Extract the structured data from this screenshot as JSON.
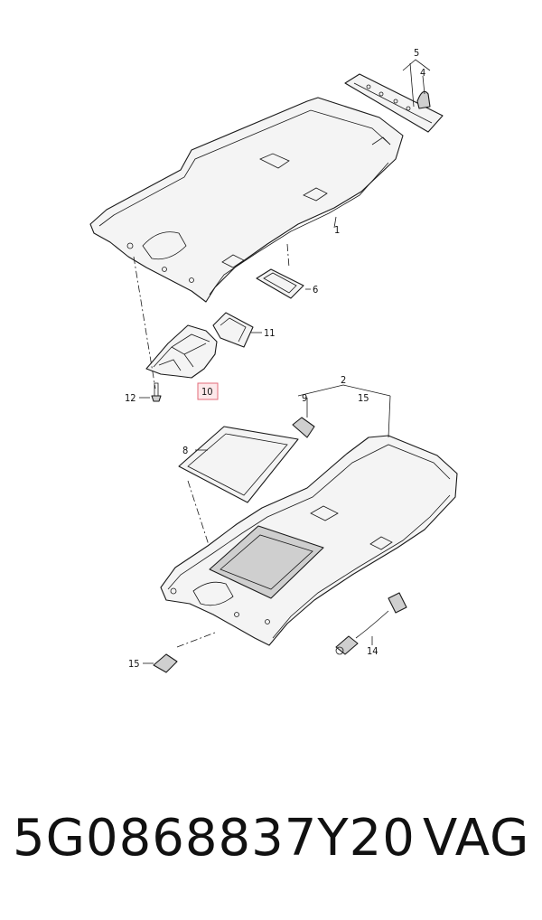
{
  "callouts": {
    "c1": "1",
    "c2": "2",
    "c4": "4",
    "c5": "5",
    "c6": "6",
    "c8": "8",
    "c9": "9",
    "c10": "10",
    "c11": "11",
    "c12": "12",
    "c14": "14",
    "c15a": "15",
    "c15b": "15"
  },
  "caption": {
    "part_number": "5G0868837Y20",
    "brand": "VAG"
  },
  "colors": {
    "line": "#1a1a1a",
    "highlight_fill": "#fde8ea",
    "highlight_stroke": "#e36b7a"
  }
}
